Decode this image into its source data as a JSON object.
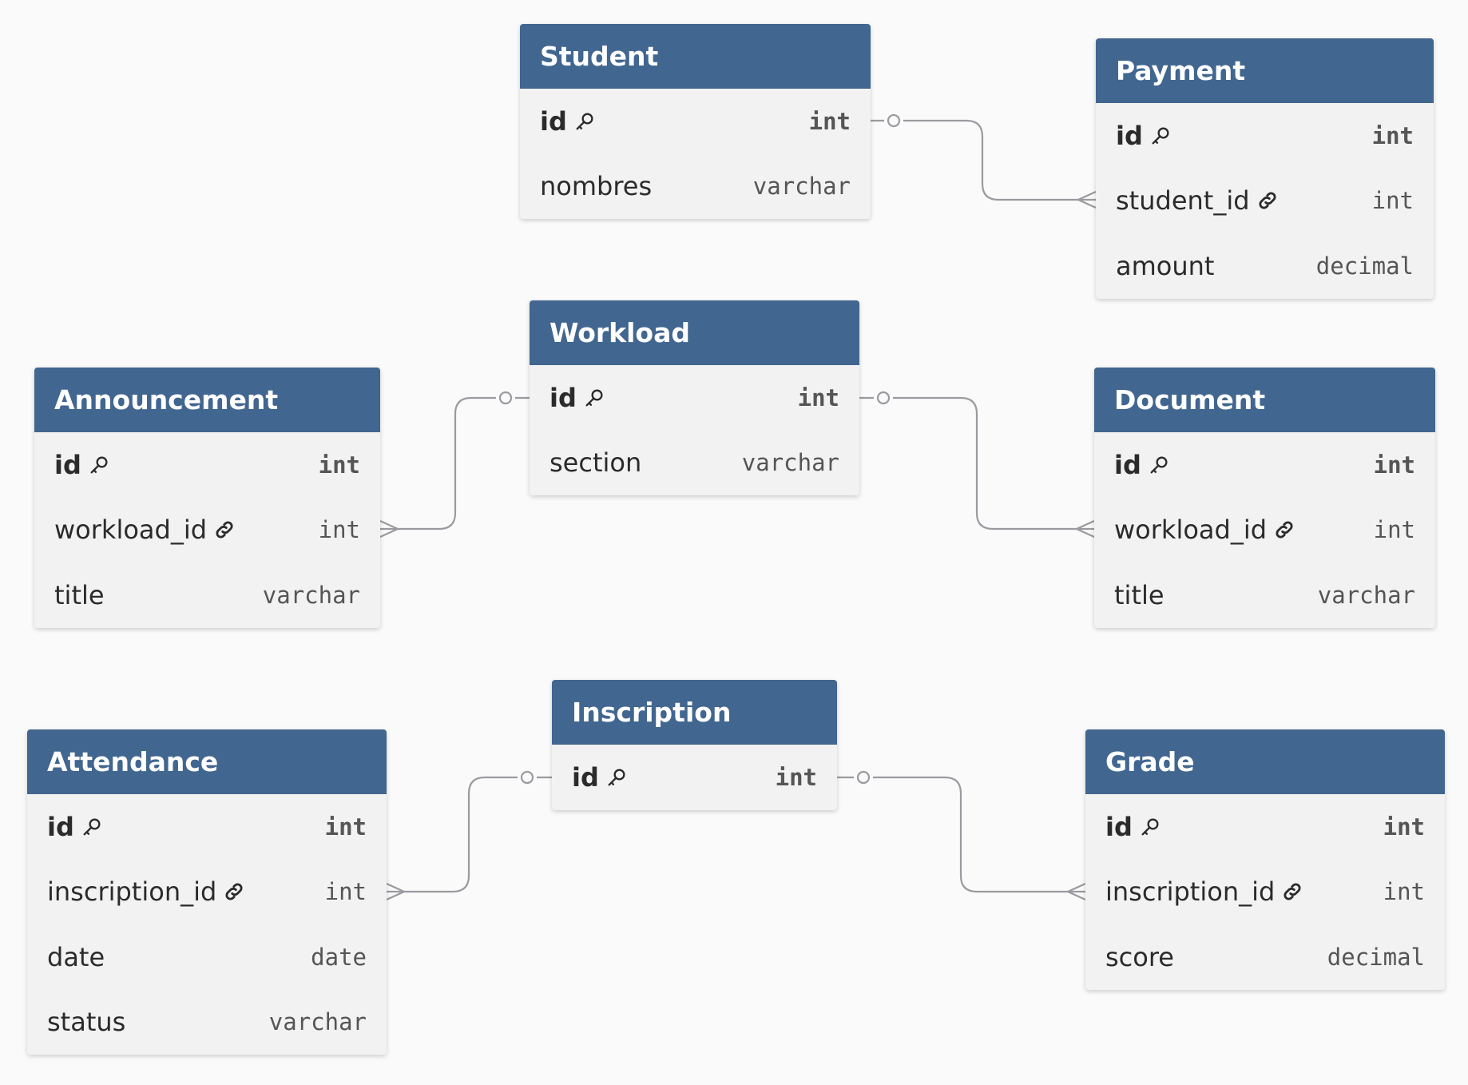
{
  "colors": {
    "background": "#fafafa",
    "header": "#416690",
    "header_text": "#ffffff",
    "body": "#f2f2f2",
    "connector": "#9a9aa0"
  },
  "tables": {
    "student": {
      "name": "Student",
      "columns": [
        {
          "name": "id",
          "type": "int",
          "key": "primary",
          "icon": "key-icon"
        },
        {
          "name": "nombres",
          "type": "varchar"
        }
      ]
    },
    "payment": {
      "name": "Payment",
      "columns": [
        {
          "name": "id",
          "type": "int",
          "key": "primary",
          "icon": "key-icon"
        },
        {
          "name": "student_id",
          "type": "int",
          "key": "foreign",
          "icon": "link-icon"
        },
        {
          "name": "amount",
          "type": "decimal"
        }
      ]
    },
    "workload": {
      "name": "Workload",
      "columns": [
        {
          "name": "id",
          "type": "int",
          "key": "primary",
          "icon": "key-icon"
        },
        {
          "name": "section",
          "type": "varchar"
        }
      ]
    },
    "announcement": {
      "name": "Announcement",
      "columns": [
        {
          "name": "id",
          "type": "int",
          "key": "primary",
          "icon": "key-icon"
        },
        {
          "name": "workload_id",
          "type": "int",
          "key": "foreign",
          "icon": "link-icon"
        },
        {
          "name": "title",
          "type": "varchar"
        }
      ]
    },
    "document": {
      "name": "Document",
      "columns": [
        {
          "name": "id",
          "type": "int",
          "key": "primary",
          "icon": "key-icon"
        },
        {
          "name": "workload_id",
          "type": "int",
          "key": "foreign",
          "icon": "link-icon"
        },
        {
          "name": "title",
          "type": "varchar"
        }
      ]
    },
    "inscription": {
      "name": "Inscription",
      "columns": [
        {
          "name": "id",
          "type": "int",
          "key": "primary",
          "icon": "key-icon"
        }
      ]
    },
    "attendance": {
      "name": "Attendance",
      "columns": [
        {
          "name": "id",
          "type": "int",
          "key": "primary",
          "icon": "key-icon"
        },
        {
          "name": "inscription_id",
          "type": "int",
          "key": "foreign",
          "icon": "link-icon"
        },
        {
          "name": "date",
          "type": "date"
        },
        {
          "name": "status",
          "type": "varchar"
        }
      ]
    },
    "grade": {
      "name": "Grade",
      "columns": [
        {
          "name": "id",
          "type": "int",
          "key": "primary",
          "icon": "key-icon"
        },
        {
          "name": "inscription_id",
          "type": "int",
          "key": "foreign",
          "icon": "link-icon"
        },
        {
          "name": "score",
          "type": "decimal"
        }
      ]
    }
  },
  "relationships": [
    {
      "from": "student.id",
      "to": "payment.student_id",
      "type": "one-to-many"
    },
    {
      "from": "workload.id",
      "to": "announcement.workload_id",
      "type": "one-to-many"
    },
    {
      "from": "workload.id",
      "to": "document.workload_id",
      "type": "one-to-many"
    },
    {
      "from": "inscription.id",
      "to": "attendance.inscription_id",
      "type": "one-to-many"
    },
    {
      "from": "inscription.id",
      "to": "grade.inscription_id",
      "type": "one-to-many"
    }
  ]
}
